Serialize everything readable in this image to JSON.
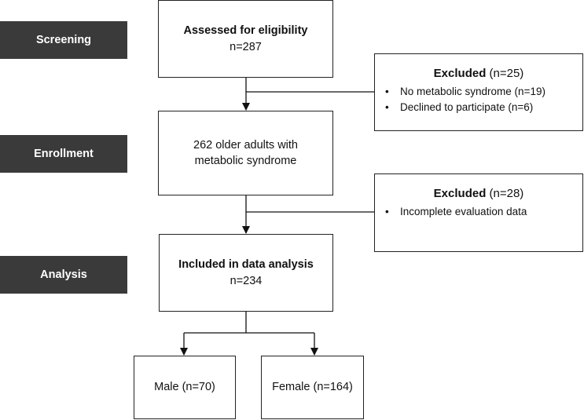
{
  "stages": {
    "screening": "Screening",
    "enrollment": "Enrollment",
    "analysis": "Analysis"
  },
  "assessed": {
    "title": "Assessed for eligibility",
    "count": "n=287"
  },
  "excluded_1": {
    "title": "Excluded",
    "count": " (n=25)",
    "items": [
      "No metabolic syndrome (n=19)",
      "Declined to participate (n=6)"
    ]
  },
  "enrolled": {
    "line1": "262 older adults with",
    "line2": "metabolic syndrome"
  },
  "excluded_2": {
    "title": "Excluded",
    "count": " (n=28)",
    "items": [
      "Incomplete evaluation data"
    ]
  },
  "included": {
    "title": "Included in data analysis",
    "count": "n=234"
  },
  "male": "Male (n=70)",
  "female": "Female (n=164)"
}
